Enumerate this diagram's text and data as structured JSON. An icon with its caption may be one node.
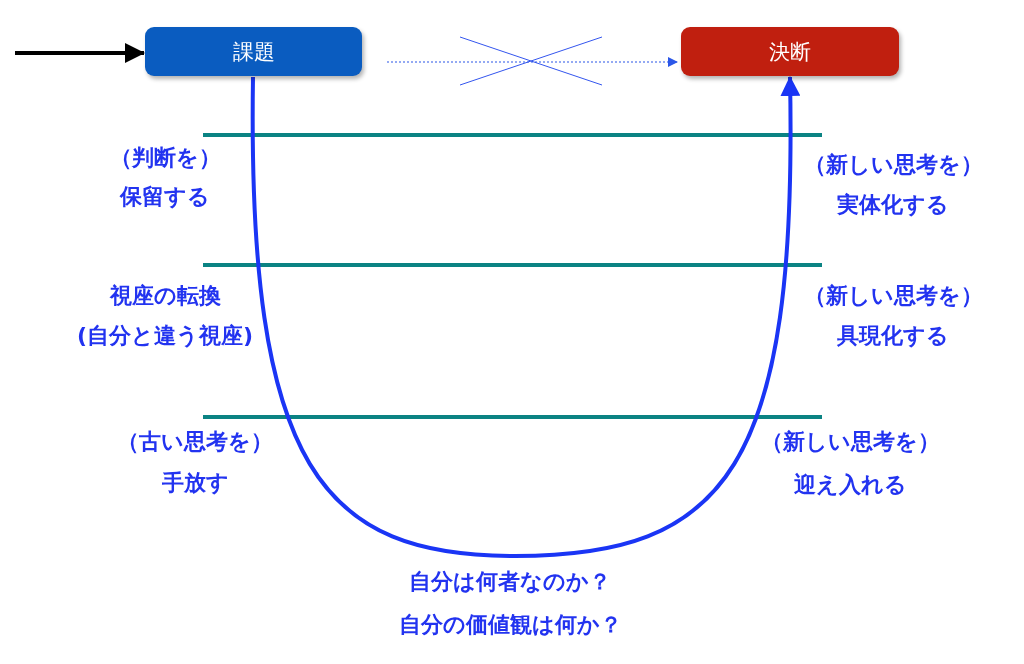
{
  "diagram": {
    "nodes": [
      {
        "text": [
          "課題"
        ]
      },
      {
        "text": [
          "決断"
        ]
      }
    ],
    "edges": [
      {
        "from": null,
        "to": 0,
        "arrow": "to",
        "color": "#000000"
      },
      {
        "from": 0,
        "to": 1,
        "arrow": "to",
        "style": "dashed",
        "color": "#2b57e8"
      },
      {
        "from": 0,
        "to": 1,
        "arrow": "to",
        "color": "#1a35f5"
      }
    ],
    "labels": [
      "（判断を）",
      "保留する",
      "（新しい思考を）",
      "実体化する",
      "視座の転換",
      "(自分と違う視座)",
      "（新しい思考を）",
      "具現化する",
      "（古い思考を）",
      "手放す",
      "（新しい思考を）",
      "迎え入れる",
      "自分は何者なのか？",
      "自分の価値観は何か？"
    ]
  }
}
